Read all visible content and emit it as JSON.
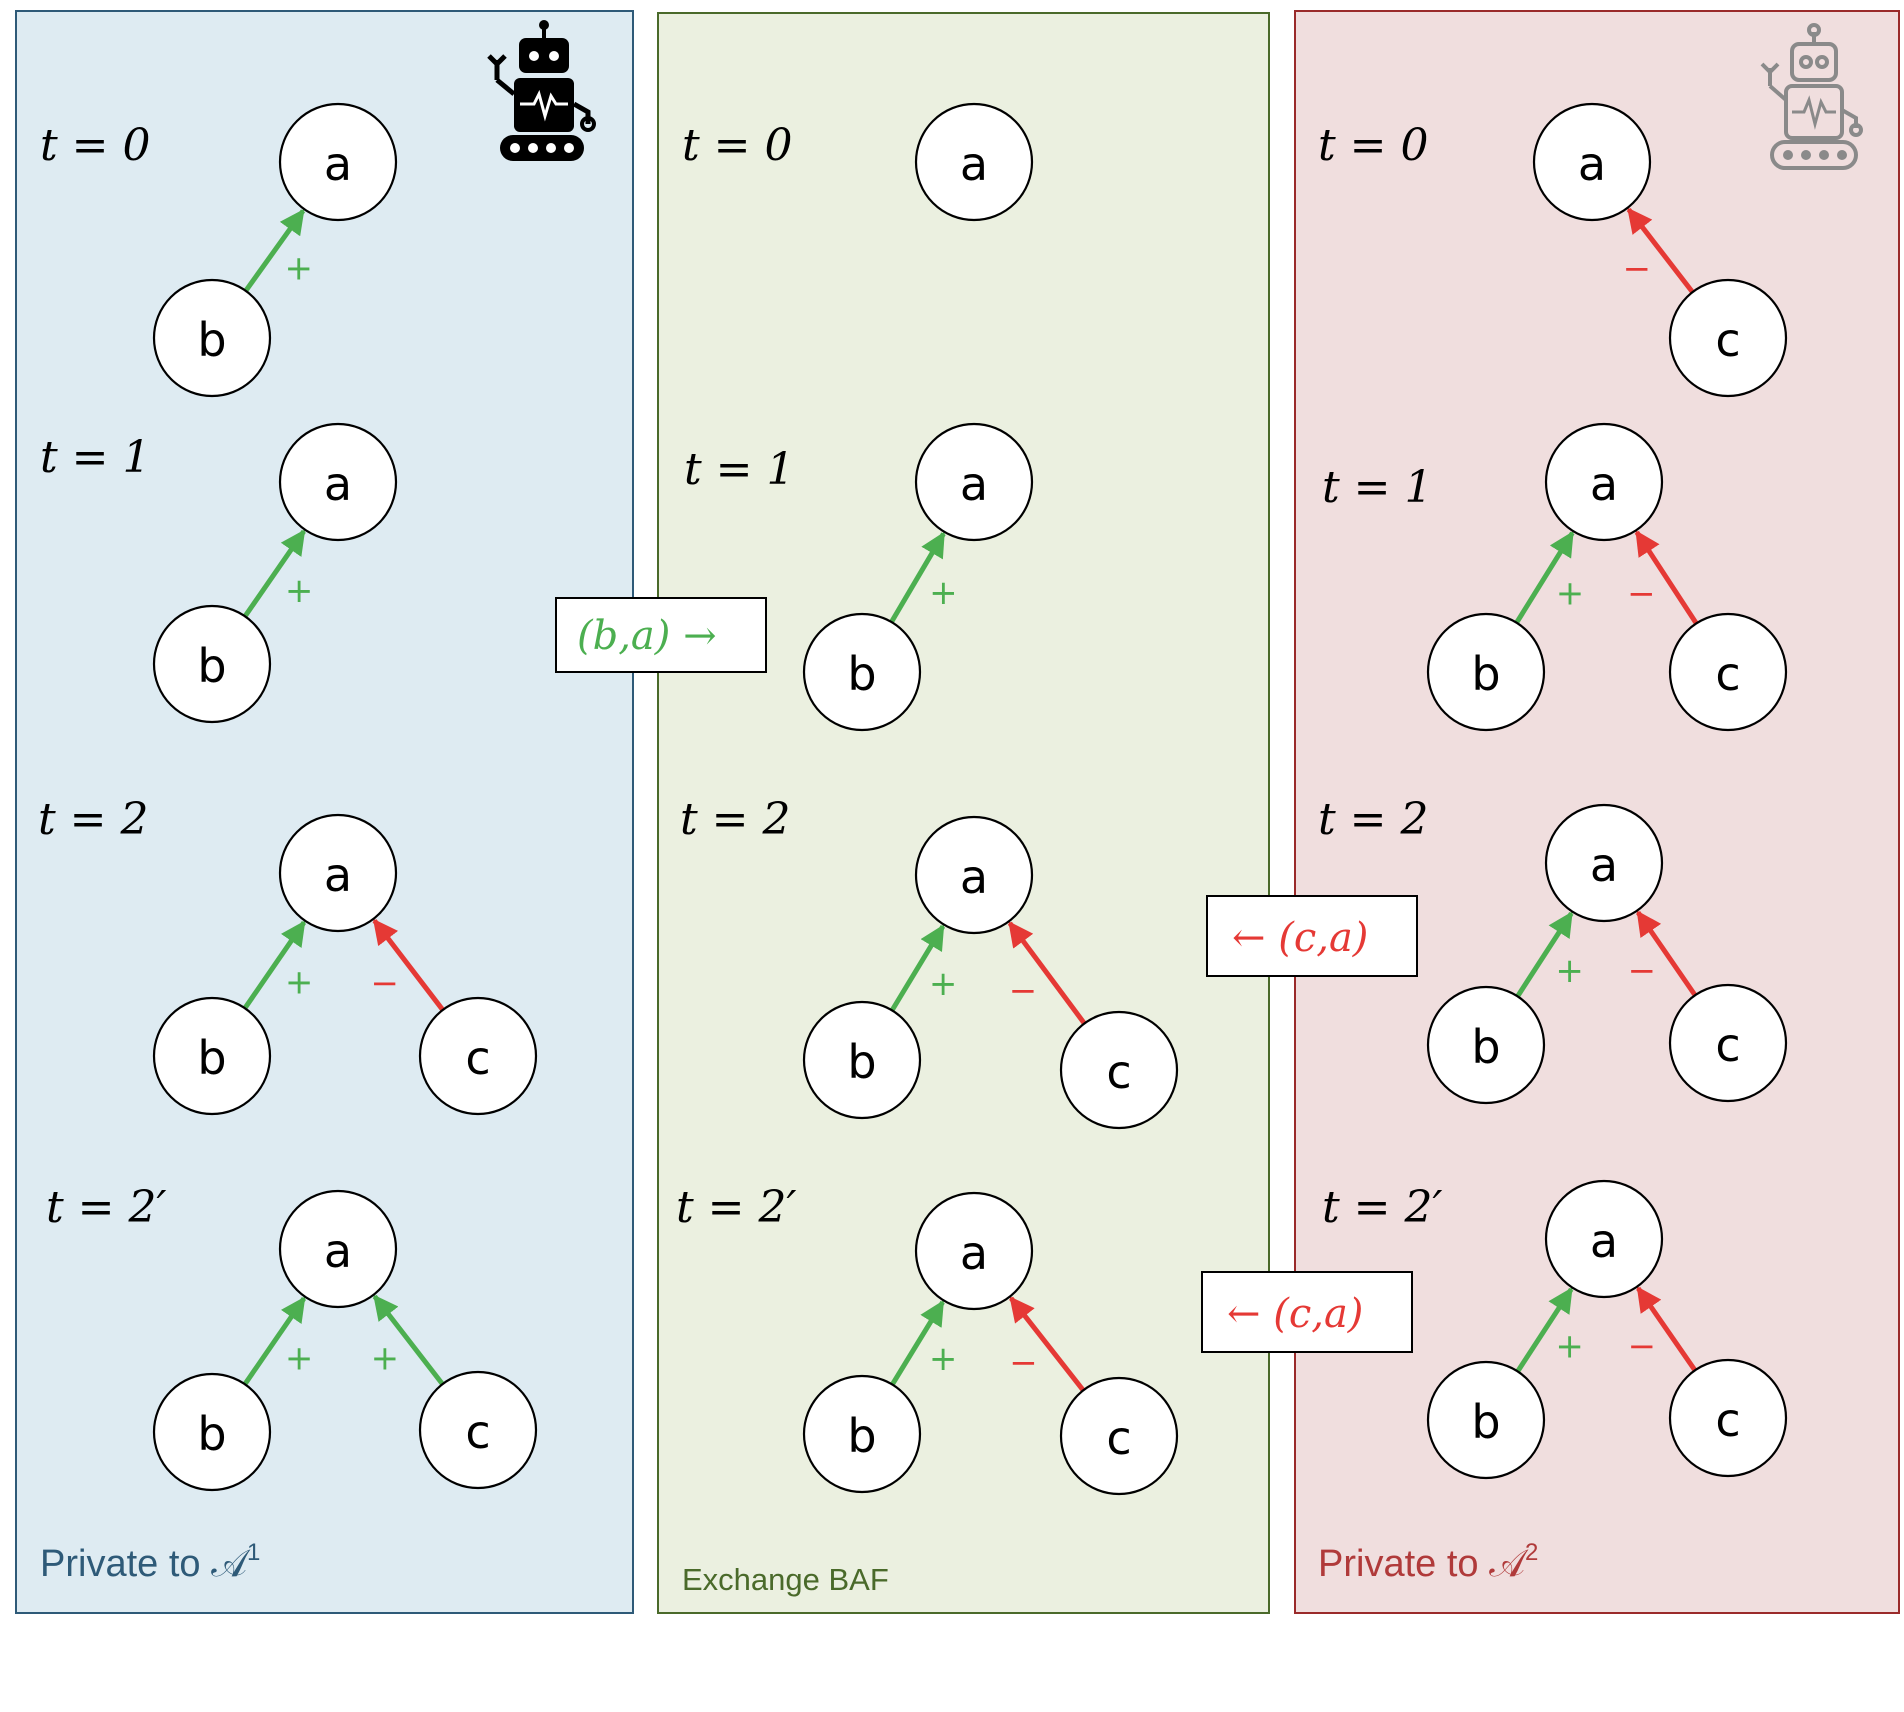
{
  "colors": {
    "support": "#4caf50",
    "attack": "#e53935",
    "panel_a1_fill": "#deebf2",
    "panel_a1_stroke": "#2e5a78",
    "panel_exchange_fill": "#ebf0e0",
    "panel_exchange_stroke": "#4a6a2a",
    "panel_a2_fill": "#f0dede",
    "panel_a2_stroke": "#9a2a2a",
    "caption_a1": "#2e5a78",
    "caption_exchange": "#4a6a2a",
    "caption_a2": "#b03a3a",
    "robot_a1": "#000000",
    "robot_a2": "#8a8a8a"
  },
  "panels": [
    {
      "id": "a1",
      "caption": "Private to 𝒜",
      "caption_sup": "1",
      "icon": "robot-icon"
    },
    {
      "id": "exchange",
      "caption": "Exchange BAF",
      "caption_sup": ""
    },
    {
      "id": "a2",
      "caption": "Private to 𝒜",
      "caption_sup": "2",
      "icon": "robot-outline-icon"
    }
  ],
  "time_labels": [
    "t = 0",
    "t = 1",
    "t = 2",
    "t = 2′"
  ],
  "node_labels": {
    "a": "a",
    "b": "b",
    "c": "c"
  },
  "signs": {
    "support": "+",
    "attack": "−"
  },
  "graphs": {
    "a1": [
      {
        "time": "t = 0",
        "edges": [
          {
            "from": "b",
            "to": "a",
            "type": "support"
          }
        ]
      },
      {
        "time": "t = 1",
        "edges": [
          {
            "from": "b",
            "to": "a",
            "type": "support"
          }
        ]
      },
      {
        "time": "t = 2",
        "edges": [
          {
            "from": "b",
            "to": "a",
            "type": "support"
          },
          {
            "from": "c",
            "to": "a",
            "type": "attack"
          }
        ]
      },
      {
        "time": "t = 2′",
        "edges": [
          {
            "from": "b",
            "to": "a",
            "type": "support"
          },
          {
            "from": "c",
            "to": "a",
            "type": "support"
          }
        ]
      }
    ],
    "exchange": [
      {
        "time": "t = 0",
        "edges": []
      },
      {
        "time": "t = 1",
        "edges": [
          {
            "from": "b",
            "to": "a",
            "type": "support"
          }
        ]
      },
      {
        "time": "t = 2",
        "edges": [
          {
            "from": "b",
            "to": "a",
            "type": "support"
          },
          {
            "from": "c",
            "to": "a",
            "type": "attack"
          }
        ]
      },
      {
        "time": "t = 2′",
        "edges": [
          {
            "from": "b",
            "to": "a",
            "type": "support"
          },
          {
            "from": "c",
            "to": "a",
            "type": "attack"
          }
        ]
      }
    ],
    "a2": [
      {
        "time": "t = 0",
        "edges": [
          {
            "from": "c",
            "to": "a",
            "type": "attack"
          }
        ]
      },
      {
        "time": "t = 1",
        "edges": [
          {
            "from": "b",
            "to": "a",
            "type": "support"
          },
          {
            "from": "c",
            "to": "a",
            "type": "attack"
          }
        ]
      },
      {
        "time": "t = 2",
        "edges": [
          {
            "from": "b",
            "to": "a",
            "type": "support"
          },
          {
            "from": "c",
            "to": "a",
            "type": "attack"
          }
        ]
      },
      {
        "time": "t = 2′",
        "edges": [
          {
            "from": "b",
            "to": "a",
            "type": "support"
          },
          {
            "from": "c",
            "to": "a",
            "type": "attack"
          }
        ]
      }
    ]
  },
  "messages": [
    {
      "id": "msg-ba",
      "text": "(b,a) →",
      "type": "support"
    },
    {
      "id": "msg-ca-1",
      "text": "← (c,a)",
      "type": "attack"
    },
    {
      "id": "msg-ca-2",
      "text": "← (c,a)",
      "type": "attack"
    }
  ]
}
